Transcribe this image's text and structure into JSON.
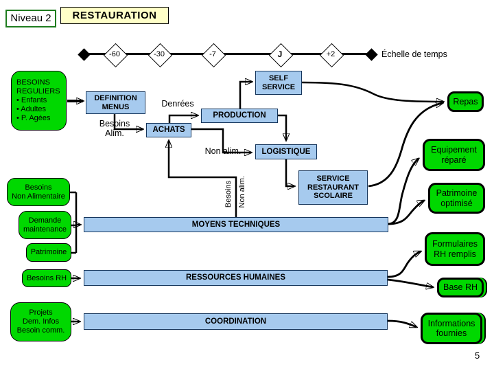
{
  "slide": {
    "level": "Niveau 2",
    "title": "RESTAURATION",
    "page_number": "5"
  },
  "timeline": {
    "label": "Échelle de temps",
    "milestones": [
      {
        "label": "-60"
      },
      {
        "label": "-30"
      },
      {
        "label": "-7"
      },
      {
        "label": "J"
      },
      {
        "label": "+2"
      }
    ]
  },
  "inputs": [
    {
      "id": "besoins-reguliers",
      "lines": [
        "BESOINS",
        "REGULIERS",
        "• Enfants",
        "• Adultes",
        "• P. Agées"
      ]
    },
    {
      "id": "besoins-non-alimentaire",
      "lines": [
        "Besoins",
        "Non Alimentaire"
      ]
    },
    {
      "id": "demande-maintenance",
      "lines": [
        "Demande",
        "maintenance"
      ]
    },
    {
      "id": "patrimoine",
      "lines": [
        "Patrimoine"
      ]
    },
    {
      "id": "besoins-rh",
      "lines": [
        "Besoins RH"
      ]
    },
    {
      "id": "projets",
      "lines": [
        "Projets",
        "Dem. Infos",
        "Besoin comm."
      ]
    }
  ],
  "processes": {
    "definition_menus": {
      "lines": [
        "DEFINITION",
        "MENUS"
      ]
    },
    "self_service": {
      "lines": [
        "SELF",
        "SERVICE"
      ]
    },
    "production": {
      "lines": [
        "PRODUCTION"
      ]
    },
    "achats": {
      "lines": [
        "ACHATS"
      ]
    },
    "logistique": {
      "lines": [
        "LOGISTIQUE"
      ]
    },
    "service_restaurant": {
      "lines": [
        "SERVICE",
        "RESTAURANT",
        "SCOLAIRE"
      ]
    },
    "moyens_techniques": {
      "lines": [
        "MOYENS TECHNIQUES"
      ]
    },
    "ressources_humaines": {
      "lines": [
        "RESSOURCES HUMAINES"
      ]
    },
    "coordination": {
      "lines": [
        "COORDINATION"
      ]
    }
  },
  "flow_labels": {
    "denrees": "Denrées",
    "besoins_alim": [
      "Besoins",
      "Alim."
    ],
    "non_alim": "Non alim.",
    "vertical_besoins": "Besoins",
    "vertical_non_alim": "Non alim."
  },
  "outputs": [
    {
      "id": "repas",
      "lines": [
        "Repas"
      ]
    },
    {
      "id": "equipement-repare",
      "lines": [
        "Equipement",
        "réparé"
      ]
    },
    {
      "id": "patrimoine-optimise",
      "lines": [
        "Patrimoine",
        "optimisé"
      ]
    },
    {
      "id": "formulaires-rh",
      "lines": [
        "Formulaires",
        "RH remplis"
      ]
    },
    {
      "id": "base-rh",
      "lines": [
        "Base RH"
      ]
    },
    {
      "id": "informations-fournies",
      "lines": [
        "Informations",
        "fournies"
      ]
    }
  ],
  "colors": {
    "input_green": "#00D800",
    "process_blue": "#A6CAEE",
    "process_border": "#16365C",
    "title_yellow": "#FFFFC8",
    "level_border": "#1E7C1E"
  }
}
